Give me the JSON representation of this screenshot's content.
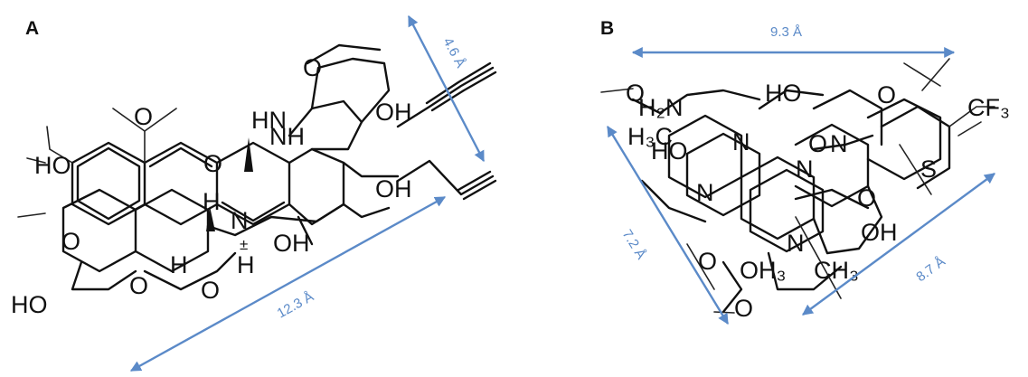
{
  "panels": {
    "a": {
      "label": "A",
      "measurements": [
        "4.6 Å",
        "12.3 Å"
      ],
      "atoms": [
        "HO",
        "HO",
        "O",
        "O",
        "OH",
        "OH",
        "OH",
        "HN",
        "NH",
        "H",
        "H",
        "H",
        "N",
        "O",
        "O",
        "O",
        "O",
        "±"
      ]
    },
    "b": {
      "label": "B",
      "measurements": [
        "9.3 Å",
        "7.2 Å",
        "8.7 Å"
      ],
      "atoms": [
        "O",
        "H₂N",
        "H₃C",
        "HO",
        "HO",
        "N",
        "N",
        "N",
        "O",
        "N",
        "O",
        "O",
        "S",
        "CF₃",
        "OH",
        "N",
        "CH₃",
        "OH₃",
        "O",
        "O"
      ]
    }
  },
  "colors": {
    "measure": "#5b8ac8",
    "ink": "#111111"
  }
}
